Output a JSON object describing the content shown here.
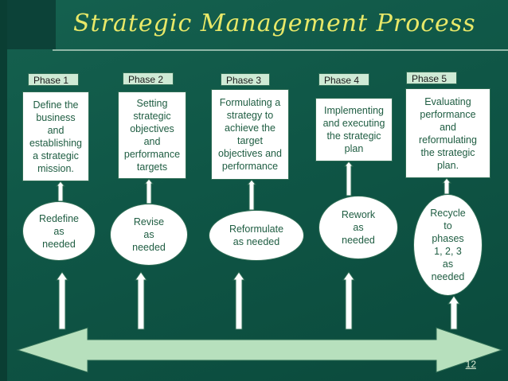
{
  "title": "Strategic Management Process",
  "page_number": "12",
  "phases": [
    {
      "tab": "Phase 1",
      "step": "Define the\nbusiness\nand\nestablishing\na strategic\nmission.",
      "action": "Redefine\nas\nneeded"
    },
    {
      "tab": "Phase 2",
      "step": "Setting\nstrategic\nobjectives\nand\nperformance\ntargets",
      "action": "Revise\nas\nneeded"
    },
    {
      "tab": "Phase 3",
      "step": "Formulating a\nstrategy to\nachieve the\ntarget\nobjectives and\nperformance",
      "action": "Reformulate\nas needed"
    },
    {
      "tab": "Phase 4",
      "step": "Implementing\nand executing\nthe strategic\nplan",
      "action": "Rework\nas\nneeded"
    },
    {
      "tab": "Phase 5",
      "step": "Evaluating\nperformance\nand\nreformulating\nthe strategic\nplan.",
      "action": "Recycle\nto\nphases\n1, 2, 3\nas\nneeded"
    }
  ],
  "colors": {
    "title": "#e8e868",
    "background": "#0f5646",
    "arrow_fill": "#b7e0bd"
  }
}
